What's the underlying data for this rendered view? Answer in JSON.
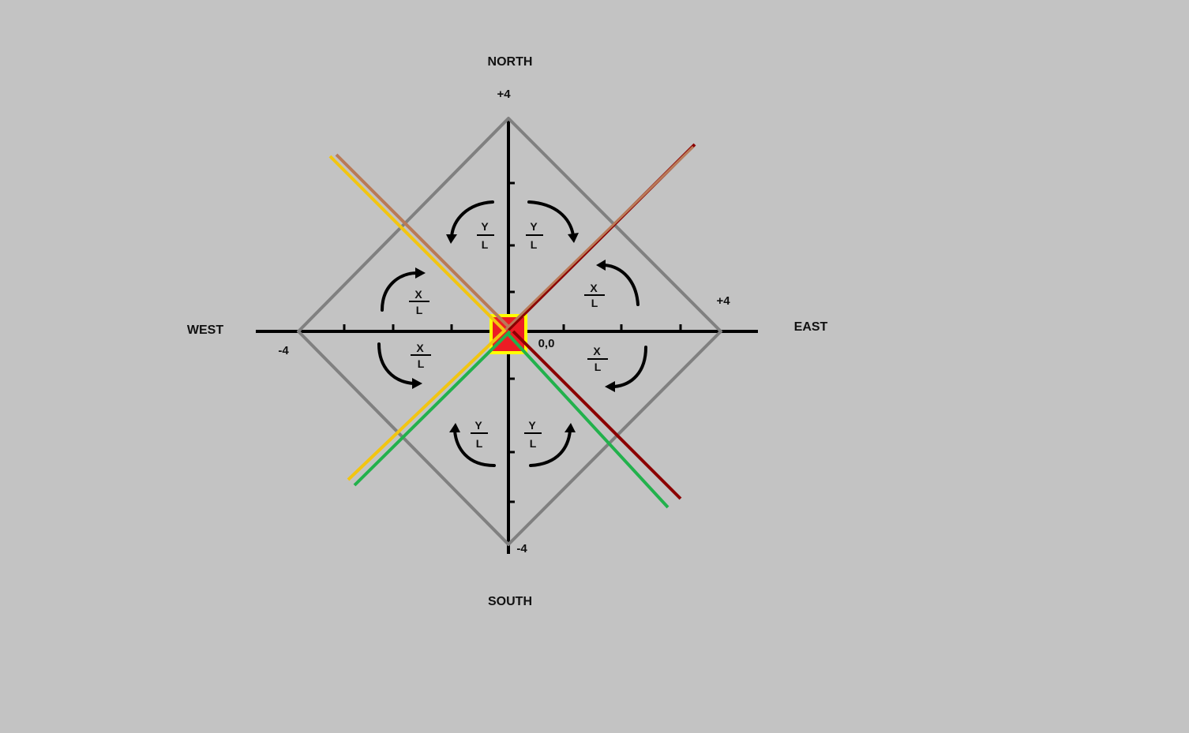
{
  "directions": {
    "north": "NORTH",
    "south": "SOUTH",
    "east": "EAST",
    "west": "WEST"
  },
  "axis_labels": {
    "top": "+4",
    "right": "+4",
    "left": "-4",
    "bottom": "-4",
    "origin": "0,0"
  },
  "fractions": [
    {
      "id": "nw",
      "num": "Y",
      "den": "L"
    },
    {
      "id": "ne",
      "num": "Y",
      "den": "L"
    },
    {
      "id": "wn",
      "num": "X",
      "den": "L"
    },
    {
      "id": "en",
      "num": "X",
      "den": "L"
    },
    {
      "id": "ws",
      "num": "X",
      "den": "L"
    },
    {
      "id": "es",
      "num": "X",
      "den": "L"
    },
    {
      "id": "sw",
      "num": "Y",
      "den": "L"
    },
    {
      "id": "se",
      "num": "Y",
      "den": "L"
    }
  ],
  "colors": {
    "background": "#c3c3c3",
    "diamond": "#808080",
    "axis": "#000000",
    "yellow_line": "#f2c511",
    "tan_line": "#b97a57",
    "dark_red_line": "#8b0000",
    "green_line": "#22b14c",
    "center_fill": "#ed1c24",
    "center_border": "#ffff00"
  }
}
